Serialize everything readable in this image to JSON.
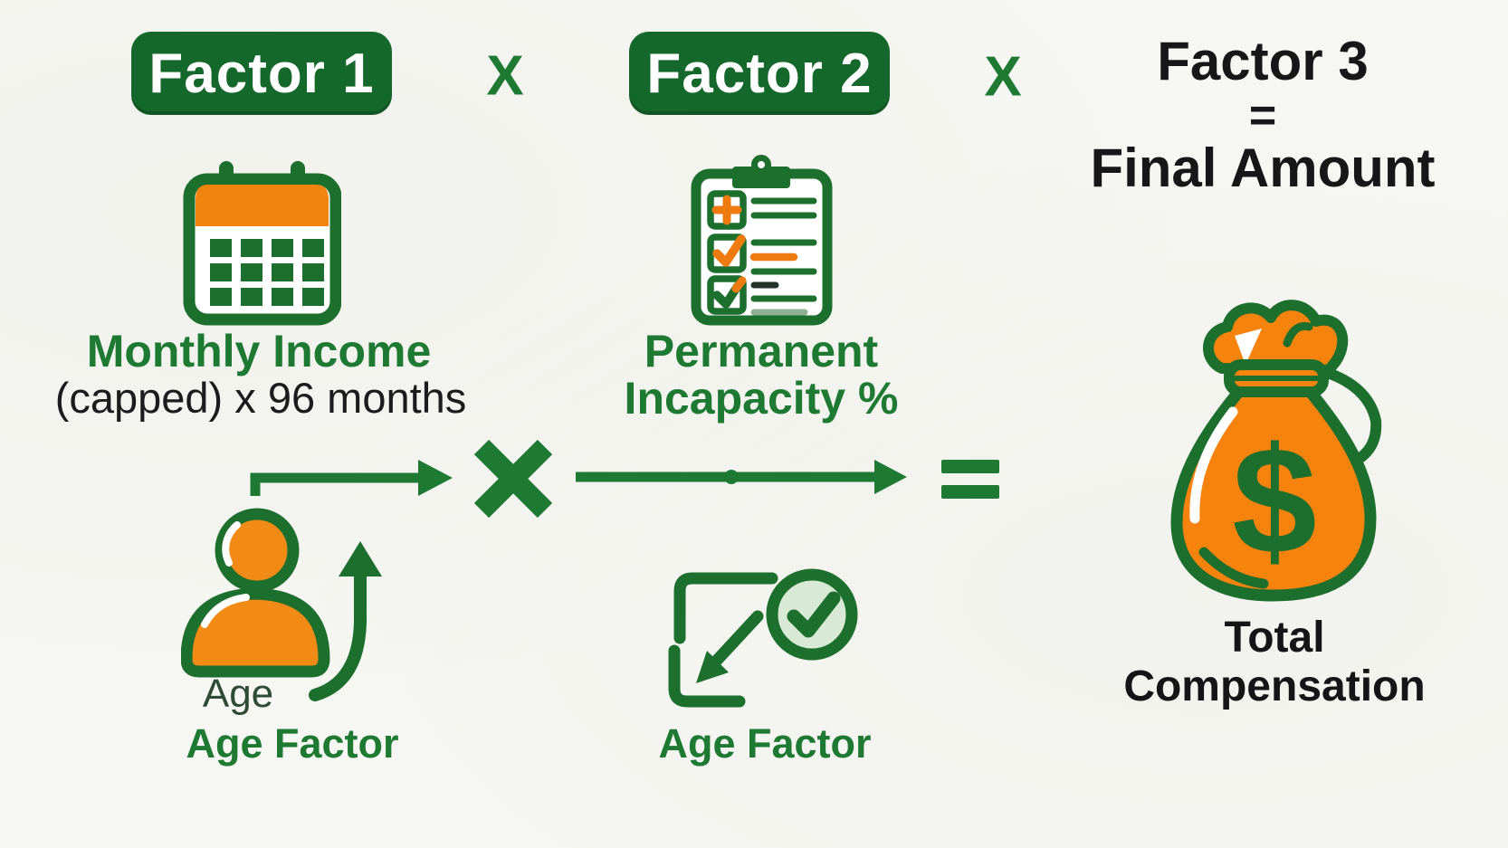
{
  "colors": {
    "badge_green": "#15682b",
    "text_green": "#1e7a33",
    "icon_green": "#1d6f2e",
    "orange": "#f1840f",
    "text_black": "#171717",
    "check_circle_fill": "#d8ead6",
    "background": "#f6f6f2"
  },
  "header": {
    "factor1_badge": "Factor 1",
    "multiply_sign_1": "X",
    "factor2_badge": "Factor 2",
    "multiply_sign_2": "X",
    "factor3_title": "Factor 3",
    "factor3_equals": "=",
    "factor3_result": "Final Amount"
  },
  "factor1": {
    "icon": "calendar-icon",
    "title": "Monthly Income",
    "subtitle": "(capped) x 96 months",
    "age_caption": "Age",
    "age_factor_label": "Age Factor",
    "secondary_icon": "person-age-up-arrow-icon"
  },
  "factor2": {
    "icon": "clipboard-checklist-icon",
    "title_line1": "Permanent",
    "title_line2": "Incapacity %",
    "age_factor_label": "Age Factor",
    "secondary_icon": "shrink-arrow-check-icon"
  },
  "factor3": {
    "icon": "money-bag-icon",
    "currency_symbol": "$",
    "caption_line1": "Total",
    "caption_line2": "Compensation"
  },
  "operators": {
    "flow_arrow_1": "right-arrow-icon",
    "multiply_cross": "multiply-cross-icon",
    "flow_arrow_2": "right-arrow-dot-icon",
    "equals": "equals-icon"
  }
}
